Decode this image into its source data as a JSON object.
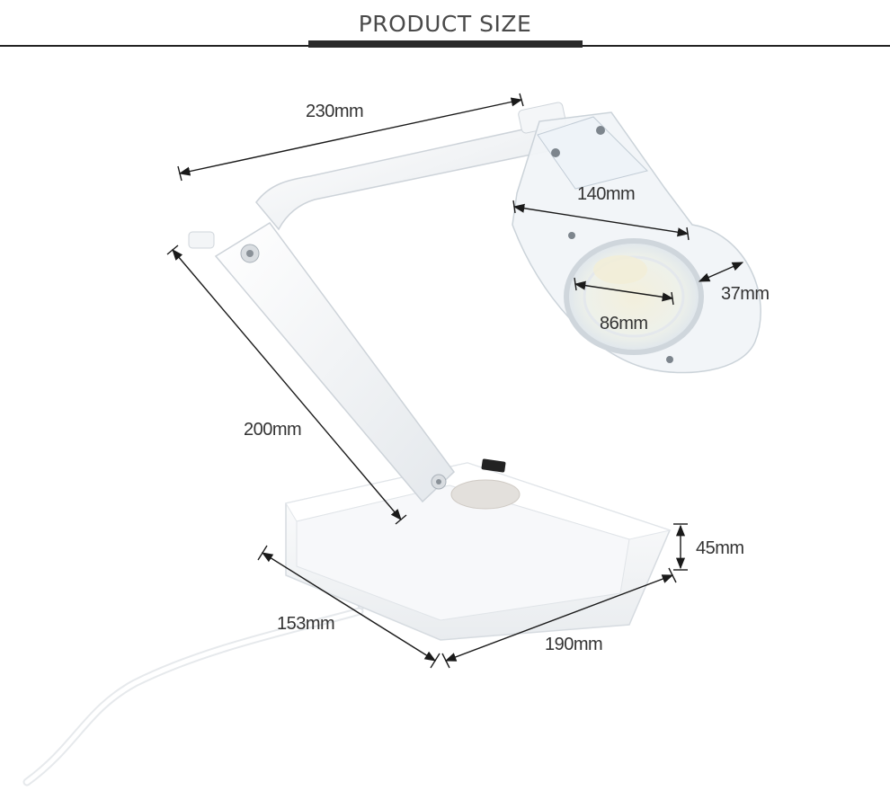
{
  "header": {
    "title": "PRODUCT SIZE"
  },
  "dimensions": {
    "upper_arm_length": "230mm",
    "lower_arm_length": "200mm",
    "head_width": "140mm",
    "head_depth": "37mm",
    "lens_diameter": "86mm",
    "base_height": "45mm",
    "base_depth": "153mm",
    "base_width": "190mm"
  },
  "colors": {
    "header_text": "#4a4a4a",
    "rule": "#222222",
    "dimension_line": "#1a1a1a",
    "product_body": "#f4f6f8"
  }
}
